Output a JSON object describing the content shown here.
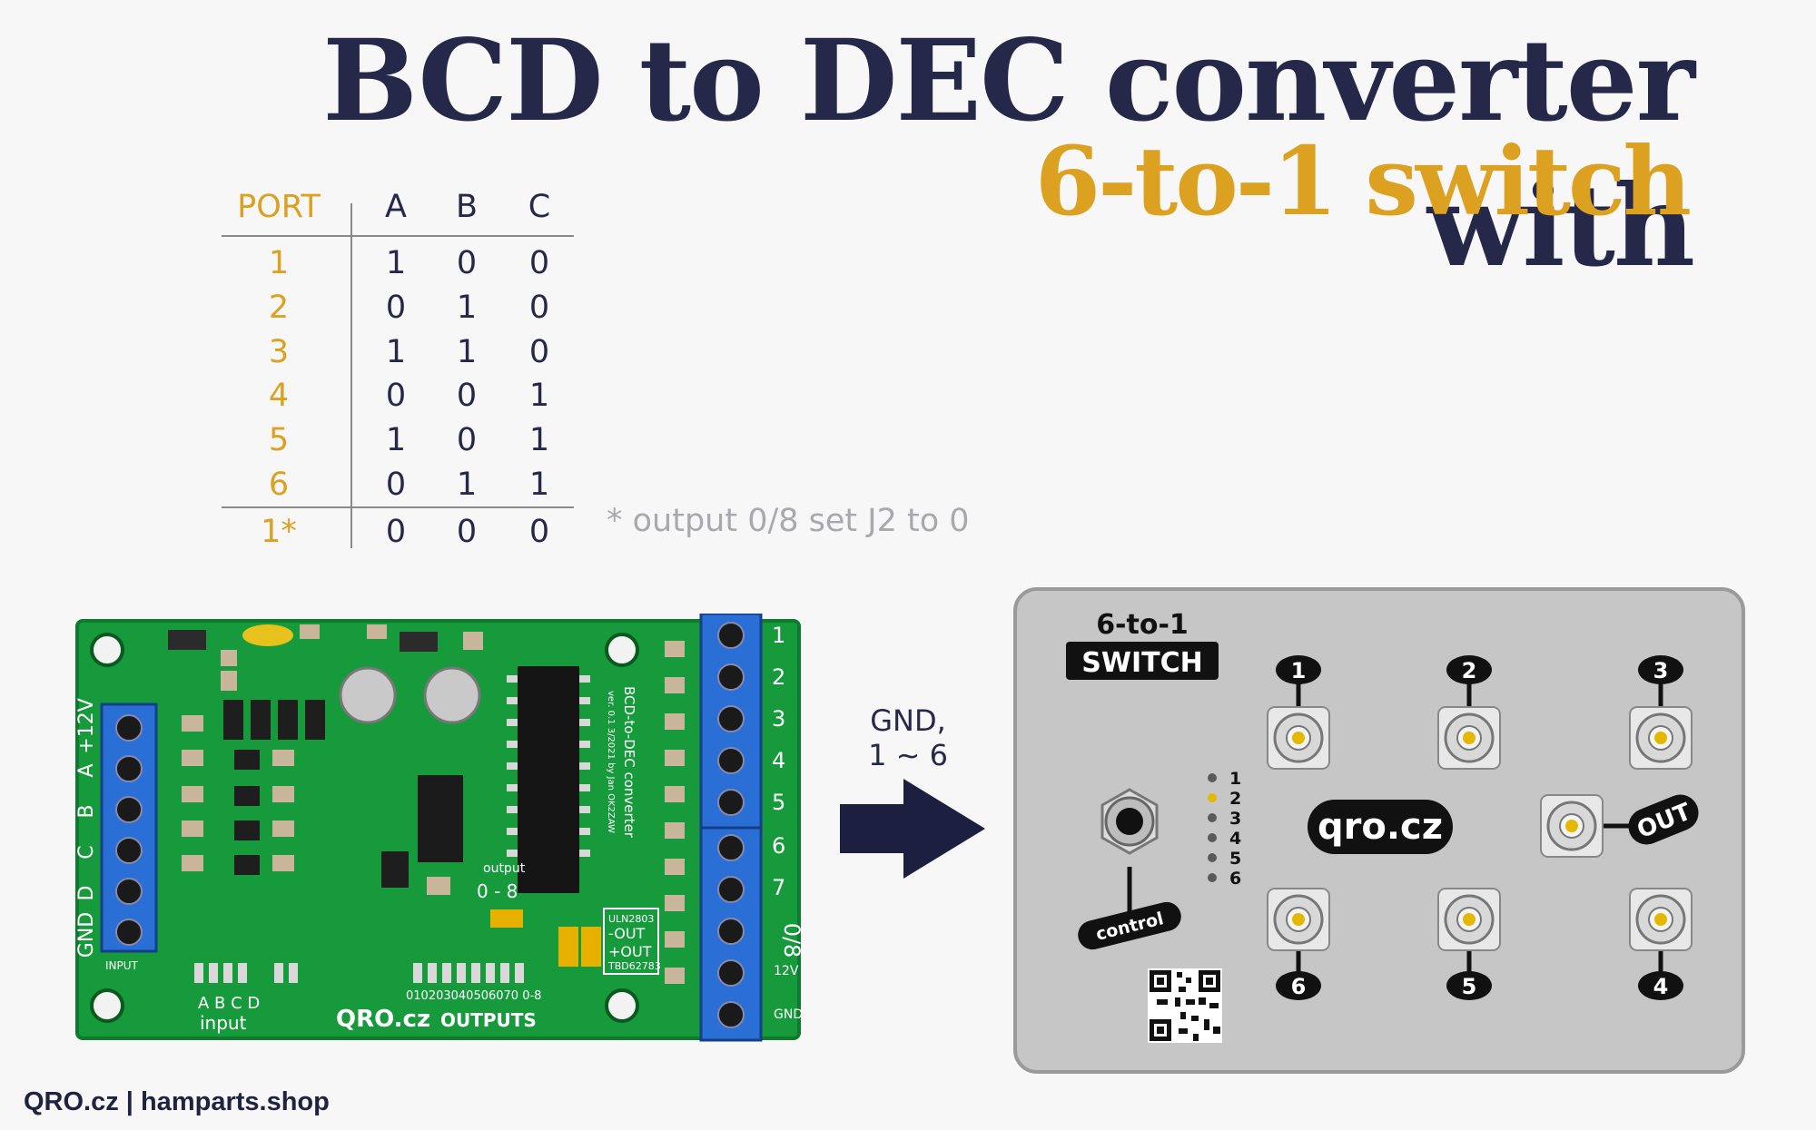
{
  "title": {
    "line1": "BCD to DEC converter with",
    "line2": "6-to-1 switch"
  },
  "truth_table": {
    "headers": [
      "PORT",
      "A",
      "B",
      "C"
    ],
    "rows": [
      [
        "1",
        "1",
        "0",
        "0"
      ],
      [
        "2",
        "0",
        "1",
        "0"
      ],
      [
        "3",
        "1",
        "1",
        "0"
      ],
      [
        "4",
        "0",
        "0",
        "1"
      ],
      [
        "5",
        "1",
        "0",
        "1"
      ],
      [
        "6",
        "0",
        "1",
        "1"
      ]
    ],
    "extra_row": [
      "1*",
      "0",
      "0",
      "0"
    ]
  },
  "note": "* output 0/8 set J2 to 0",
  "arrow_label": {
    "line1": "GND,",
    "line2": "1 ~ 6"
  },
  "pcb": {
    "board_text": "QRO.cz",
    "input_label": "input",
    "input_letters": "A B C D",
    "outputs_label": "OUTPUTS",
    "outputs_numbers": "010203040506070 0-8",
    "output_range_label": "output",
    "output_range": "0 - 8",
    "title_vertical": "BCD-to-DEC converter",
    "version_vertical": "ver. 0.1 3/2021 by Jan OK2ZAW",
    "left_terminals": [
      "+12V",
      "A",
      "B",
      "C",
      "D",
      "GND"
    ],
    "right_terminals": [
      "1",
      "2",
      "3",
      "4",
      "5",
      "6",
      "7",
      "0/8",
      "12V",
      "GND"
    ],
    "chip_top": "ULN2803",
    "minus_out": "-OUT",
    "plus_out": "+OUT",
    "chip_bottom": "TBD62783",
    "small_input": "INPUT"
  },
  "switch_box": {
    "title_line1": "6-to-1",
    "title_line2": "SWITCH",
    "brand": "qro.cz",
    "control_label": "control",
    "out_label": "OUT",
    "port_labels_top": [
      "1",
      "2",
      "3"
    ],
    "port_labels_bottom": [
      "6",
      "5",
      "4"
    ],
    "led_labels": [
      "1",
      "2",
      "3",
      "4",
      "5",
      "6"
    ]
  },
  "footer": "QRO.cz | hamparts.shop",
  "colors": {
    "navy": "#262849",
    "gold": "#dda122",
    "pcb_green": "#169a3c",
    "terminal_blue": "#2a6fd6",
    "box_gray": "#c9c9c9"
  }
}
